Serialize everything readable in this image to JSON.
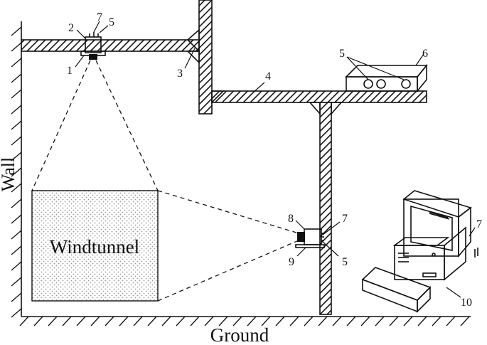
{
  "labels": {
    "wall": "Wall",
    "ground": "Ground",
    "windtunnel": "Windtunnel"
  },
  "callouts": {
    "top_camera_1": "1",
    "top_camera_2": "2",
    "top_camera_7": "7",
    "top_camera_5": "5",
    "bracket_3": "3",
    "beam_4": "4",
    "controller_5": "5",
    "controller_6": "6",
    "side_camera_8": "8",
    "side_camera_7": "7",
    "side_camera_9": "9",
    "side_camera_5": "5",
    "computer_7": "7",
    "computer_10": "10"
  },
  "colors": {
    "line": "#111111",
    "background": "#ffffff",
    "stipple": "#9a9a9a"
  }
}
